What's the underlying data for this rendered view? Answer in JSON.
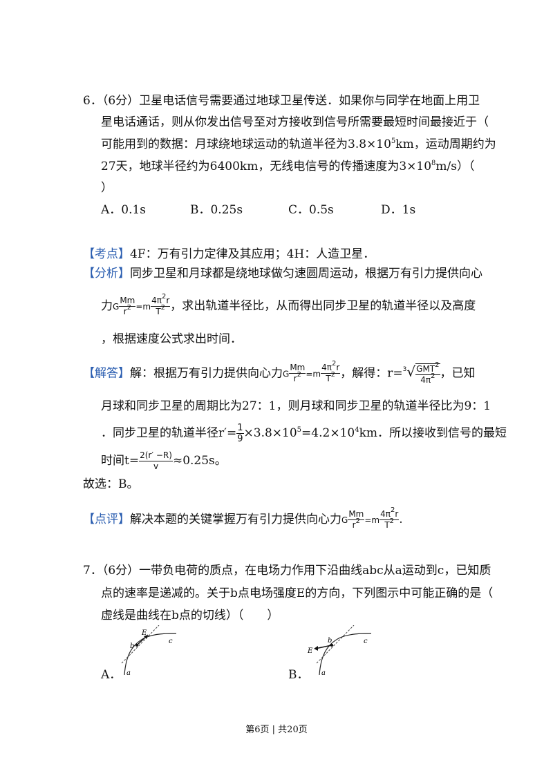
{
  "q6": {
    "l1": "6．（6分）卫星电话信号需要通过地球卫星传送．如果你与同学在地面上用卫",
    "l2": "星电话通话，则从你发出信号至对方接收到信号所需要最短时间最接近于（",
    "l3a": "可能用到的数据：月球绕地球运动的轨道半径为3.8×10",
    "l3sup": "5",
    "l3b": "km，运动周期约为",
    "l4a": "27天，地球半径约为6400km，无线电信号的传播速度为3×10",
    "l4sup": "8",
    "l4b": "m/s）（",
    "l5": "）",
    "options": [
      "A．0.1s",
      "B．0.25s",
      "C．0.5s",
      "D．1s"
    ]
  },
  "kaodian": {
    "tag": "【考点】",
    "text": "4F：万有引力定律及其应用；4H：人造卫星．"
  },
  "fenxi": {
    "tag": "【分析】",
    "l1": "同步卫星和月球都是绕地球做匀速圆周运动，根据万有引力提供向心",
    "l2a": "力",
    "l2b": "，求出轨道半径比，从而得出同步卫星的轨道半径以及高度",
    "l3": "，根据速度公式求出时间．"
  },
  "formula": {
    "G": "G",
    "Mm": "Mm",
    "r2": "r",
    "eqm": "=m",
    "fourpi": "4π",
    "r": "r",
    "T": "T",
    "two": "2",
    "three": "3",
    "GMT": "GMT",
    "fourpi2": "4π"
  },
  "jieda": {
    "tag": "【解答】",
    "l1a": "解：根据万有引力提供向心力",
    "l1b": "，解得：r=",
    "l1c": "，已知",
    "l2": "月球和同步卫星的周期比为27：1，则月球和同步卫星的轨道半径比为9：1",
    "l3a": "．同步卫星的轨道半径r′=",
    "l3frac_num": "1",
    "l3frac_den": "9",
    "l3b": "×3.8×10",
    "l3sup1": "5",
    "l3c": "=4.2×10",
    "l3sup2": "4",
    "l3d": "km．所以接收到信号的最短",
    "l4a": "时间t=",
    "l4num": "2(r′ −R)",
    "l4den": "v",
    "l4b": "≈0.25s。"
  },
  "guxuan": "故选：B。",
  "dianping": {
    "tag": "【点评】",
    "text": "解决本题的关键掌握万有引力提供向心力",
    "end": "."
  },
  "q7": {
    "l1": "7．（6分）一带负电荷的质点，在电场力作用下沿曲线abc从a运动到c，已知质",
    "l2": "点的速率是递减的。关于b点电场强度E的方向，下列图示中可能正确的是（",
    "l3": "虚线是曲线在b点的切线）（　　）",
    "optA": "A．",
    "optB": "B．",
    "labels": {
      "E": "E",
      "b": "b",
      "c": "c",
      "a": "a"
    }
  },
  "footer": "第6页 | 共20页"
}
